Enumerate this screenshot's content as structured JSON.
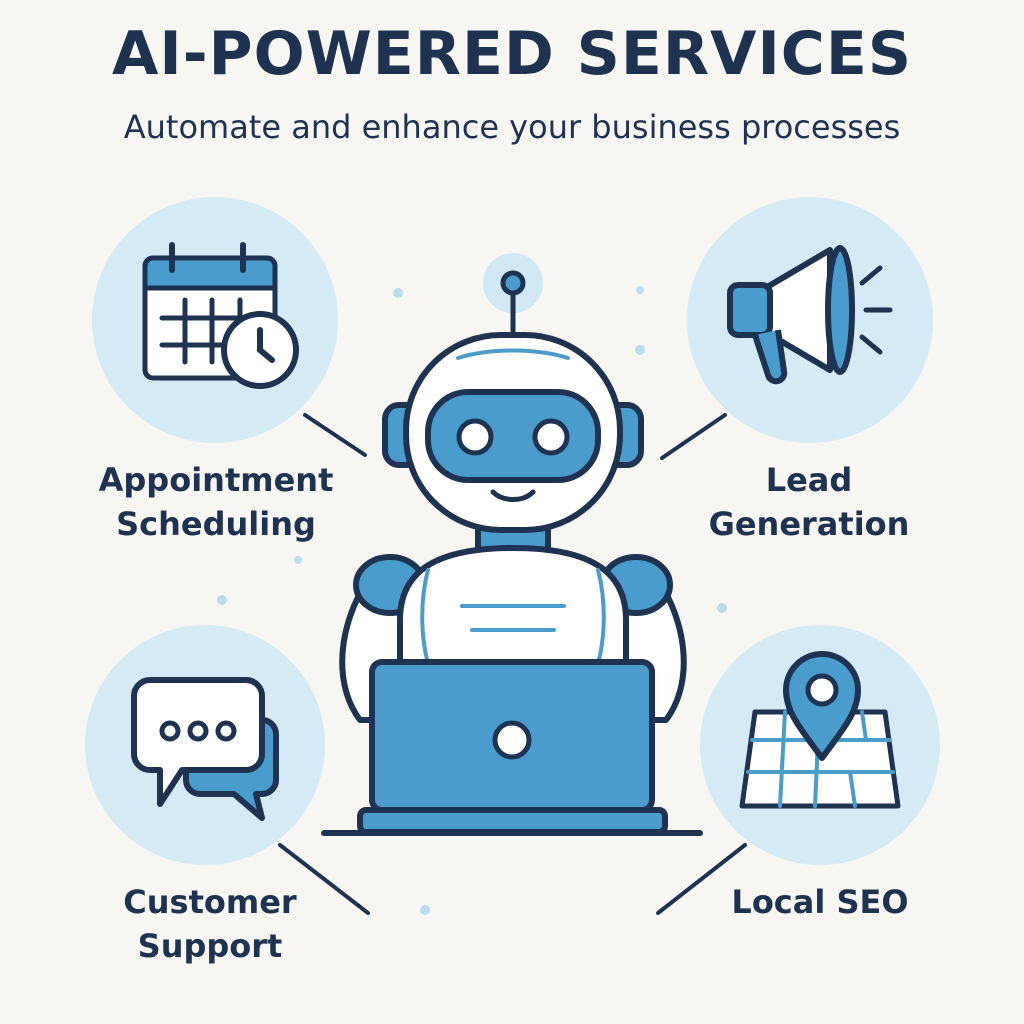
{
  "header": {
    "title": "AI-POWERED SERVICES",
    "subtitle": "Automate and enhance your business processes"
  },
  "services": [
    {
      "label": "Appointment\nScheduling",
      "icon": "calendar-clock-icon"
    },
    {
      "label": "Lead\nGeneration",
      "icon": "megaphone-icon"
    },
    {
      "label": "Customer\nSupport",
      "icon": "chat-bubbles-icon"
    },
    {
      "label": "Local SEO",
      "icon": "map-pin-icon"
    }
  ],
  "center": {
    "icon": "robot-laptop-icon"
  },
  "colors": {
    "background": "#f8f6f2",
    "navy": "#1e3252",
    "blue": "#4a9ccc",
    "light_blue": "#d4ebf5",
    "white": "#ffffff"
  }
}
